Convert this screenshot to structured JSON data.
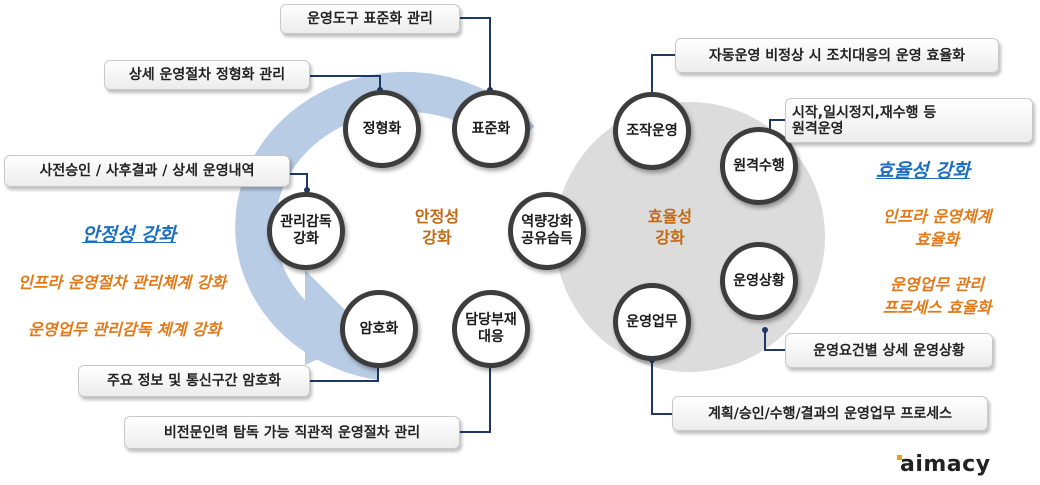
{
  "left_cycle": {
    "center": [
      "안정성",
      "강화"
    ],
    "nodes": {
      "standardize": "정형화",
      "normalize": "표준화",
      "capability": [
        "역량강화",
        "공유습득"
      ],
      "absence": [
        "담당부재",
        "대응"
      ],
      "encrypt": "암호화",
      "supervise": [
        "관리감독",
        "강화"
      ]
    },
    "boxes": {
      "tool_standard": "운영도구 표준화 관리",
      "procedure_formal": "상세 운영절차 정형화 관리",
      "approval_log": "사전승인 / 사후결과 / 상세 운영내역",
      "encryption": "주요 정보 및 통신구간 암호화",
      "intuitive_procedure": "비전문인력 탐독 가능 직관적 운영절차 관리"
    },
    "title": "안정성 강화",
    "points": [
      "인프라 운영절차 관리체계 강화",
      "운영업무 관리감독 체계 강화"
    ]
  },
  "right_cycle": {
    "center": [
      "효율성",
      "강화"
    ],
    "nodes": {
      "operate": "조작운영",
      "remote": "원격수행",
      "status": "운영상황",
      "work": "운영업무"
    },
    "boxes": {
      "auto_emergency": "자동운영 비정상 시 조치대응의 운영 효율화",
      "remote_control": [
        "시작,일시정지,재수행 등",
        "원격운영"
      ],
      "status_detail": "운영요건별 상세 운영상황",
      "work_process": "계획/승인/수행/결과의 운영업무 프로세스"
    },
    "title": "효율성 강화",
    "points": [
      [
        "인프라 운영체계",
        "효율화"
      ],
      [
        "운영업무 관리",
        "프로세스 효율화"
      ]
    ]
  },
  "brand": "aimacy",
  "colors": {
    "ring": "#b8cce6",
    "gray": "#dcdcdc",
    "connector": "#1f3764",
    "accent": "#e07a1a",
    "title": "#1f6fbf"
  }
}
